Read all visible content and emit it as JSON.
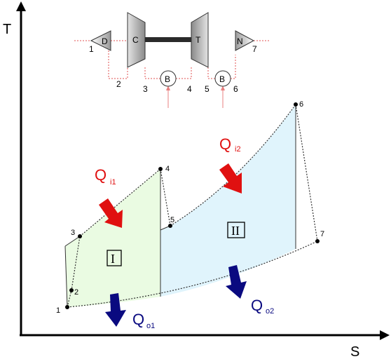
{
  "axes": {
    "y_label": "T",
    "x_label": "S"
  },
  "components": {
    "diffuser": "D",
    "compressor": "C",
    "turbine": "T",
    "burner1": "B",
    "burner2": "B",
    "nozzle": "N"
  },
  "stations": [
    "1",
    "2",
    "3",
    "4",
    "5",
    "6",
    "7"
  ],
  "cycle_points": [
    "1",
    "2",
    "3",
    "4",
    "5",
    "6",
    "7"
  ],
  "heat": {
    "qi1_main": "Q",
    "qi1_sub": "i1",
    "qi2_main": "Q",
    "qi2_sub": "i2",
    "qo1_main": "Q",
    "qo1_sub": "o1",
    "qo2_main": "Q",
    "qo2_sub": "o2"
  },
  "regions": {
    "first": "I",
    "second": "II"
  },
  "colors": {
    "region_one_fill": "#eafbe2",
    "region_two_fill": "#e0f4fc",
    "heat_in": "#e01010",
    "heat_out": "#0a0a80",
    "schematic_line": "#e05050"
  }
}
